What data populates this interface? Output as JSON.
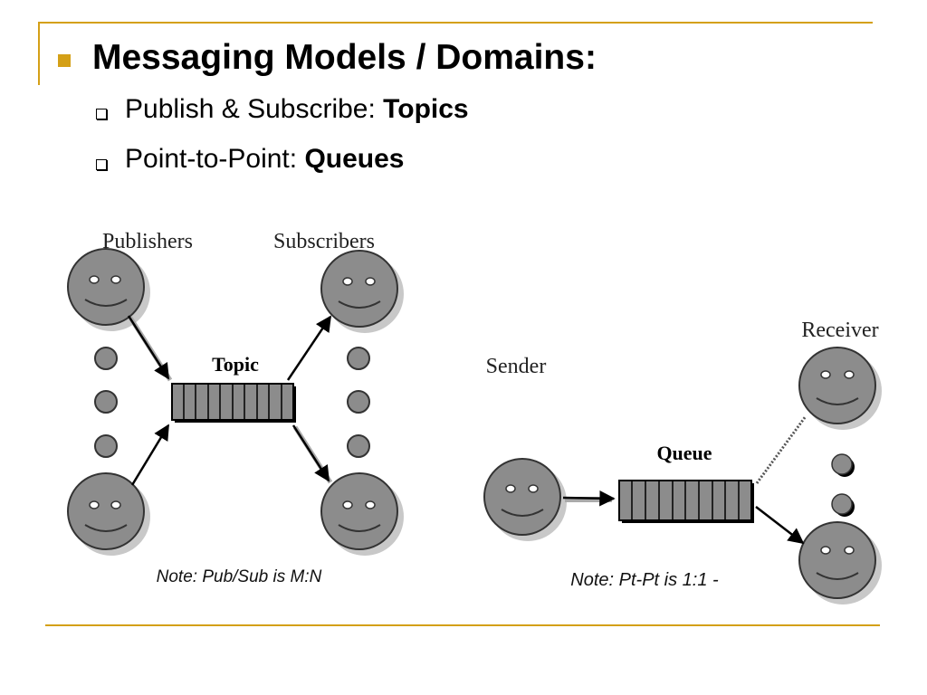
{
  "slide": {
    "title": "Messaging Models / Domains:",
    "bullets": [
      {
        "prefix": "Publish & Subscribe: ",
        "bold": "Topics"
      },
      {
        "prefix": "Point-to-Point: ",
        "bold": "Queues"
      }
    ]
  },
  "pubsub": {
    "publishers_label": "Publishers",
    "subscribers_label": "Subscribers",
    "topic_label": "Topic",
    "note": "Note: Pub/Sub is M:N"
  },
  "ptp": {
    "sender_label": "Sender",
    "receiver_label": "Receiver",
    "queue_label": "Queue",
    "note": "Note:  Pt-Pt is 1:1 -"
  },
  "colors": {
    "accent": "#d4a017",
    "face": "#8c8c8c",
    "queue": "#8c8c8c"
  }
}
